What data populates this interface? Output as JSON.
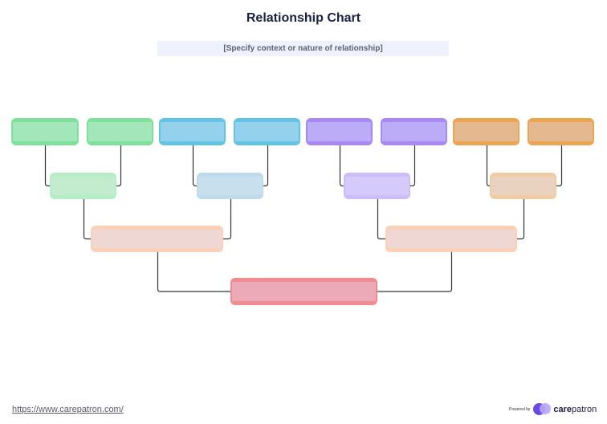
{
  "header": {
    "title": "Relationship Chart",
    "subtitle": "[Specify context or nature of relationship]"
  },
  "diagram": {
    "type": "tree",
    "levels": [
      {
        "level": 1,
        "nodes": [
          {
            "id": "g1a",
            "label": "",
            "group": "green"
          },
          {
            "id": "g1b",
            "label": "",
            "group": "green"
          },
          {
            "id": "b1a",
            "label": "",
            "group": "blue"
          },
          {
            "id": "b1b",
            "label": "",
            "group": "blue"
          },
          {
            "id": "p1a",
            "label": "",
            "group": "purple"
          },
          {
            "id": "p1b",
            "label": "",
            "group": "purple"
          },
          {
            "id": "o1a",
            "label": "",
            "group": "orange"
          },
          {
            "id": "o1b",
            "label": "",
            "group": "orange"
          }
        ]
      },
      {
        "level": 2,
        "nodes": [
          {
            "id": "g2",
            "label": "",
            "group": "green-light",
            "children": [
              "g1a",
              "g1b"
            ]
          },
          {
            "id": "b2",
            "label": "",
            "group": "blue-light",
            "children": [
              "b1a",
              "b1b"
            ]
          },
          {
            "id": "p2",
            "label": "",
            "group": "purple-light",
            "children": [
              "p1a",
              "p1b"
            ]
          },
          {
            "id": "o2",
            "label": "",
            "group": "orange-light",
            "children": [
              "o1a",
              "o1b"
            ]
          }
        ]
      },
      {
        "level": 3,
        "nodes": [
          {
            "id": "l3",
            "label": "",
            "group": "peach",
            "children": [
              "g2",
              "b2"
            ]
          },
          {
            "id": "r3",
            "label": "",
            "group": "peach",
            "children": [
              "p2",
              "o2"
            ]
          }
        ]
      },
      {
        "level": 4,
        "nodes": [
          {
            "id": "root",
            "label": "",
            "group": "red",
            "children": [
              "l3",
              "r3"
            ]
          }
        ]
      }
    ],
    "colors": {
      "green": {
        "border": "#7ee19a",
        "fill": "#a2e6ba"
      },
      "blue": {
        "border": "#62c3e3",
        "fill": "#93d1ec"
      },
      "purple": {
        "border": "#a889f3",
        "fill": "#bcacf7"
      },
      "orange": {
        "border": "#eca44e",
        "fill": "#e5b98f"
      },
      "green-light": {
        "border": "#b5edc6",
        "fill": "#c3ebce"
      },
      "blue-light": {
        "border": "#bedbec",
        "fill": "#c8e0ed"
      },
      "purple-light": {
        "border": "#cbbdfa",
        "fill": "#d5cbfb"
      },
      "orange-light": {
        "border": "#f0cca5",
        "fill": "#e9d2c0"
      },
      "peach": {
        "border": "#fbd0b6",
        "fill": "#efd8d3"
      },
      "red": {
        "border": "#f08b8f",
        "fill": "#ecaab8"
      },
      "connector": "#333333"
    }
  },
  "footer": {
    "link": "https://www.carepatron.com/",
    "powered_by": "Powered by",
    "brand_bold": "care",
    "brand_rest": "patron"
  }
}
